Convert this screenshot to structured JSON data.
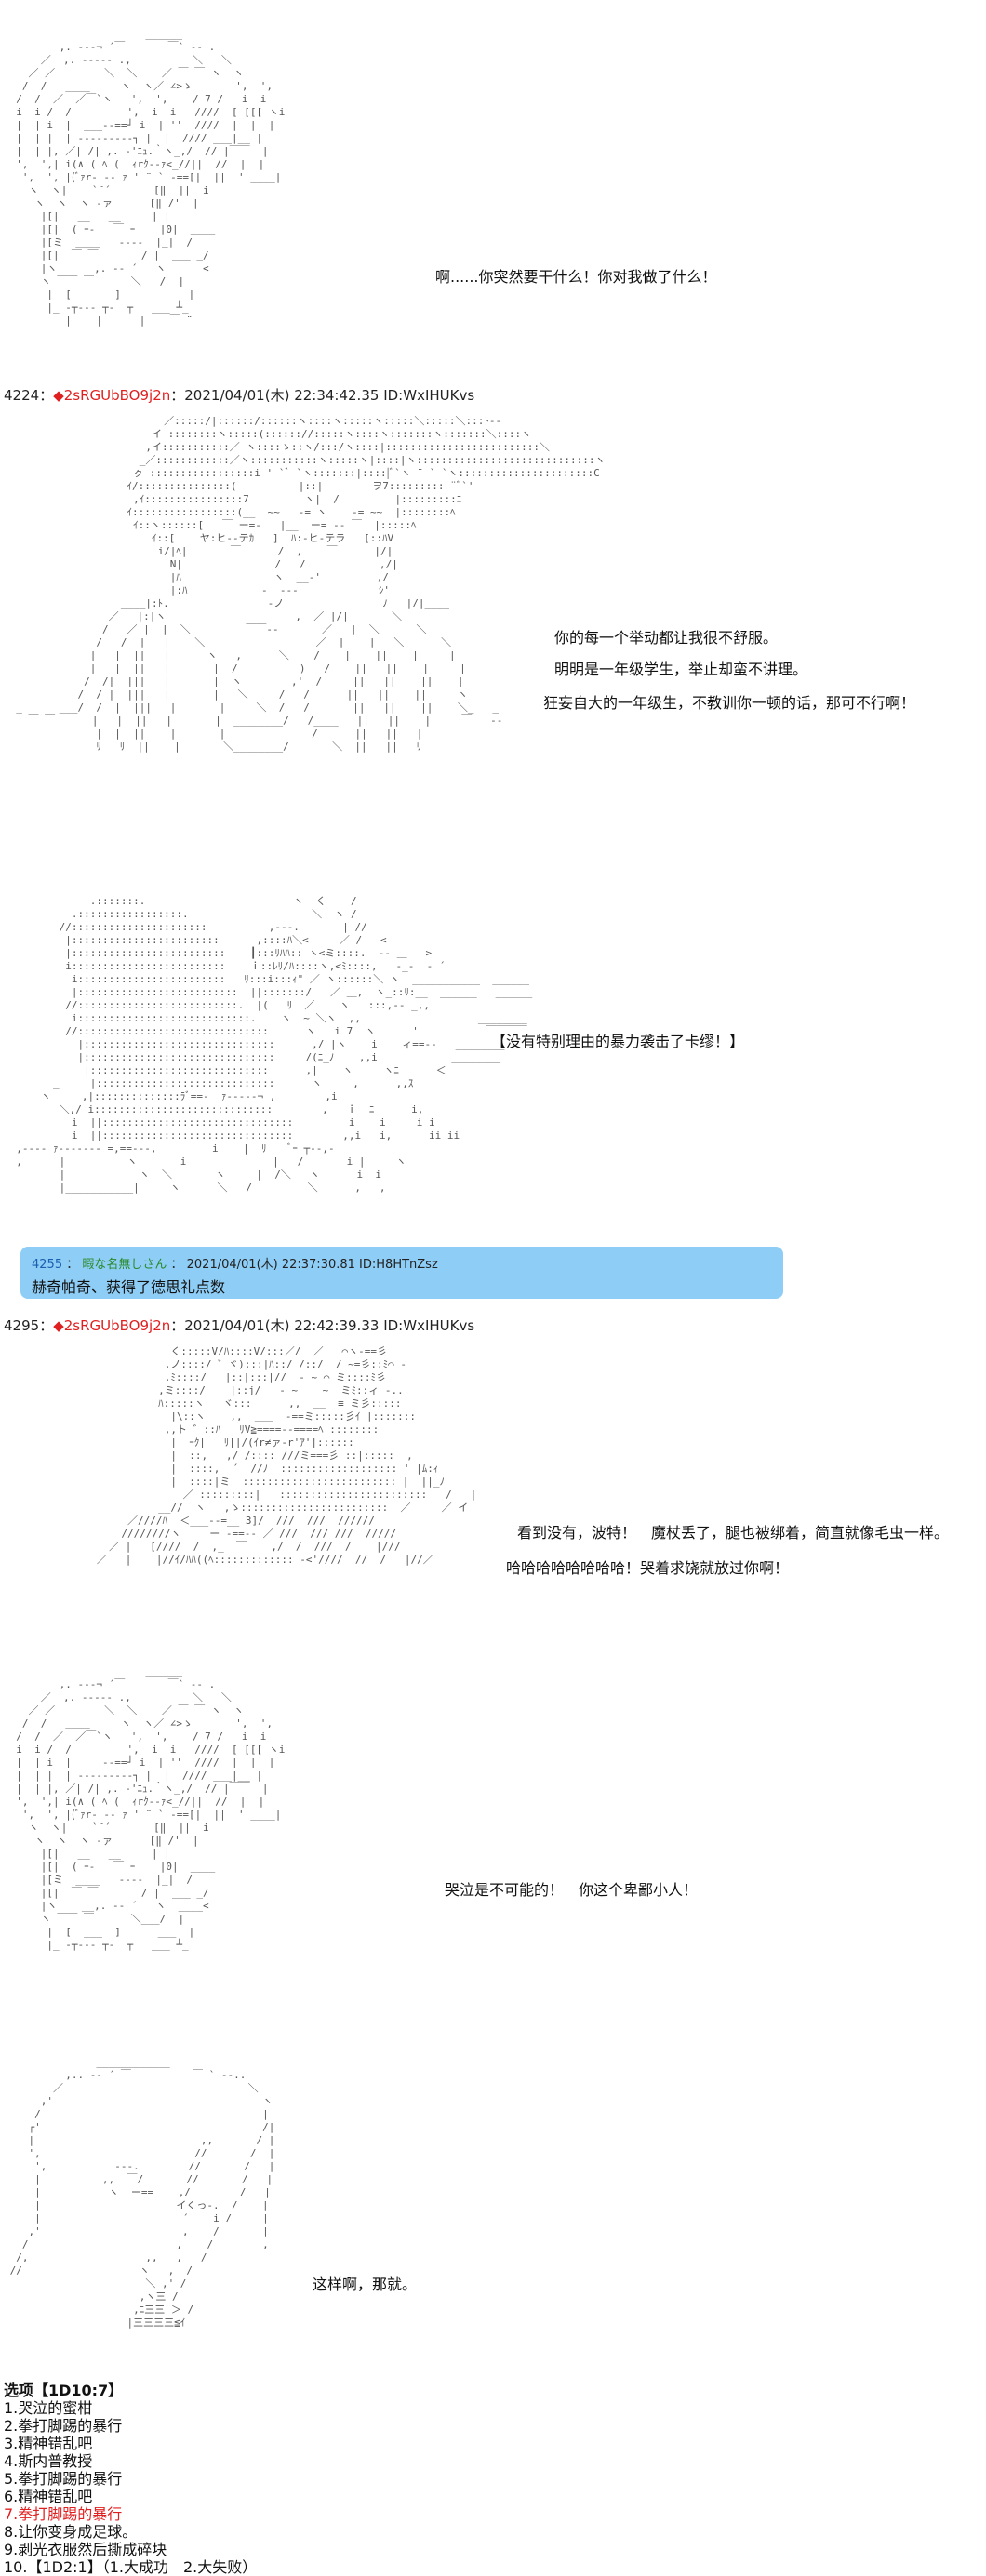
{
  "posts": [
    {
      "number": "4224",
      "name": "◆2sRGUbBO9j2n",
      "datetime": "2021/04/01(木) 22:34:42.35",
      "id": "ID:WxIHUKvs"
    },
    {
      "number": "4295",
      "name": "◆2sRGUbBO9j2n",
      "datetime": "2021/04/01(木) 22:42:39.33",
      "id": "ID:WxIHUKvs"
    }
  ],
  "dialogs": {
    "d1": "啊......你突然要干什么！你对我做了什么！",
    "d2": "你的每一个举动都让我很不舒服。",
    "d3": "明明是一年级学生，举止却蛮不讲理。",
    "d4": "狂妄自大的一年级生，不教训你一顿的话，那可不行啊！",
    "d5": "【没有特别理由的暴力袭击了卡缪！】",
    "d6": "看到没有，波特！　魔杖丢了，腿也被绑着，简直就像毛虫一样。",
    "d7": "哈哈哈哈哈哈哈哈！哭着求饶就放过你啊！",
    "d8": "哭泣是不可能的！　你这个卑鄙小人！",
    "d9": "这样啊，那就。"
  },
  "reply": {
    "number": "4255",
    "name": "暇な名無しさん",
    "datetime": "2021/04/01(木) 22:37:30.81",
    "id": "ID:H8HTnZsz",
    "body": "赫奇帕奇、获得了德思礼点数"
  },
  "choices": {
    "title": "选项【1D10:7】",
    "items": [
      "1.哭泣的蜜柑",
      "2.拳打脚踢的暴行",
      "3.精神错乱吧",
      "4.斯内普教授",
      "5.拳打脚踢的暴行",
      "6.精神错乱吧",
      "7.拳打脚踢的暴行",
      "8.让你变身成足球。",
      "9.剥光衣服然后撕成碎块"
    ],
    "last": "10.【1D2:1】（1.大成功　2.大失败）"
  },
  "colors": {
    "trip": "#e02020",
    "anon_name": "#2a8a2a",
    "reply_bg": "#8ecdf5",
    "highlight": "#e02020"
  }
}
